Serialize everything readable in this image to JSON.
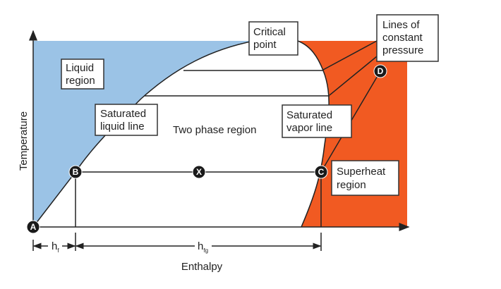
{
  "colors": {
    "liquid_region": "#9bc3e6",
    "superheat_region": "#f15a22",
    "lines": "#222222"
  },
  "axes": {
    "y_label": "Temperature",
    "x_label": "Enthalpy"
  },
  "labels": {
    "critical_point": [
      "Critical",
      "point"
    ],
    "constant_pressure": [
      "Lines of",
      "constant",
      "pressure"
    ],
    "liquid_region": [
      "Liquid",
      "region"
    ],
    "saturated_liquid_line": [
      "Saturated",
      "liquid line"
    ],
    "two_phase_region": "Two phase region",
    "saturated_vapor_line": [
      "Saturated",
      "vapor line"
    ],
    "superheat_region": [
      "Superheat",
      "region"
    ]
  },
  "points": {
    "a": "A",
    "b": "B",
    "x": "X",
    "c": "C",
    "d": "D"
  },
  "dimensions": {
    "hf": {
      "main": "h",
      "sub": "f"
    },
    "hfg": {
      "main": "h",
      "sub": "fg"
    }
  }
}
